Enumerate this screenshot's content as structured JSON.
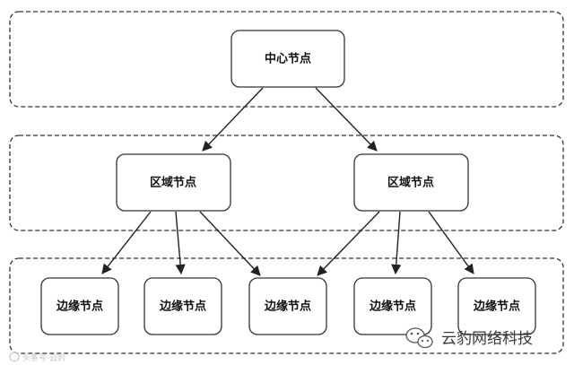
{
  "tiers": {
    "center": {
      "label": "中心节点"
    },
    "regions": [
      {
        "label": "区域节点"
      },
      {
        "label": "区域节点"
      }
    ],
    "edges": [
      {
        "label": "边缘节点"
      },
      {
        "label": "边缘节点"
      },
      {
        "label": "边缘节点"
      },
      {
        "label": "边缘节点"
      },
      {
        "label": "边缘节点"
      }
    ]
  },
  "links": [
    {
      "from": "center",
      "to": "region-0"
    },
    {
      "from": "center",
      "to": "region-1"
    },
    {
      "from": "region-0",
      "to": "edge-0"
    },
    {
      "from": "region-0",
      "to": "edge-1"
    },
    {
      "from": "region-0",
      "to": "edge-2"
    },
    {
      "from": "region-1",
      "to": "edge-2"
    },
    {
      "from": "region-1",
      "to": "edge-3"
    },
    {
      "from": "region-1",
      "to": "edge-4"
    }
  ],
  "footer": {
    "brand": "云豹网络科技",
    "logo_icon": "wechat-icon"
  },
  "watermark": {
    "text": "头条号·云豹"
  },
  "colors": {
    "line": "#222222",
    "node_border": "#333333",
    "node_fill": "#ffffff",
    "group_border": "#333333"
  }
}
